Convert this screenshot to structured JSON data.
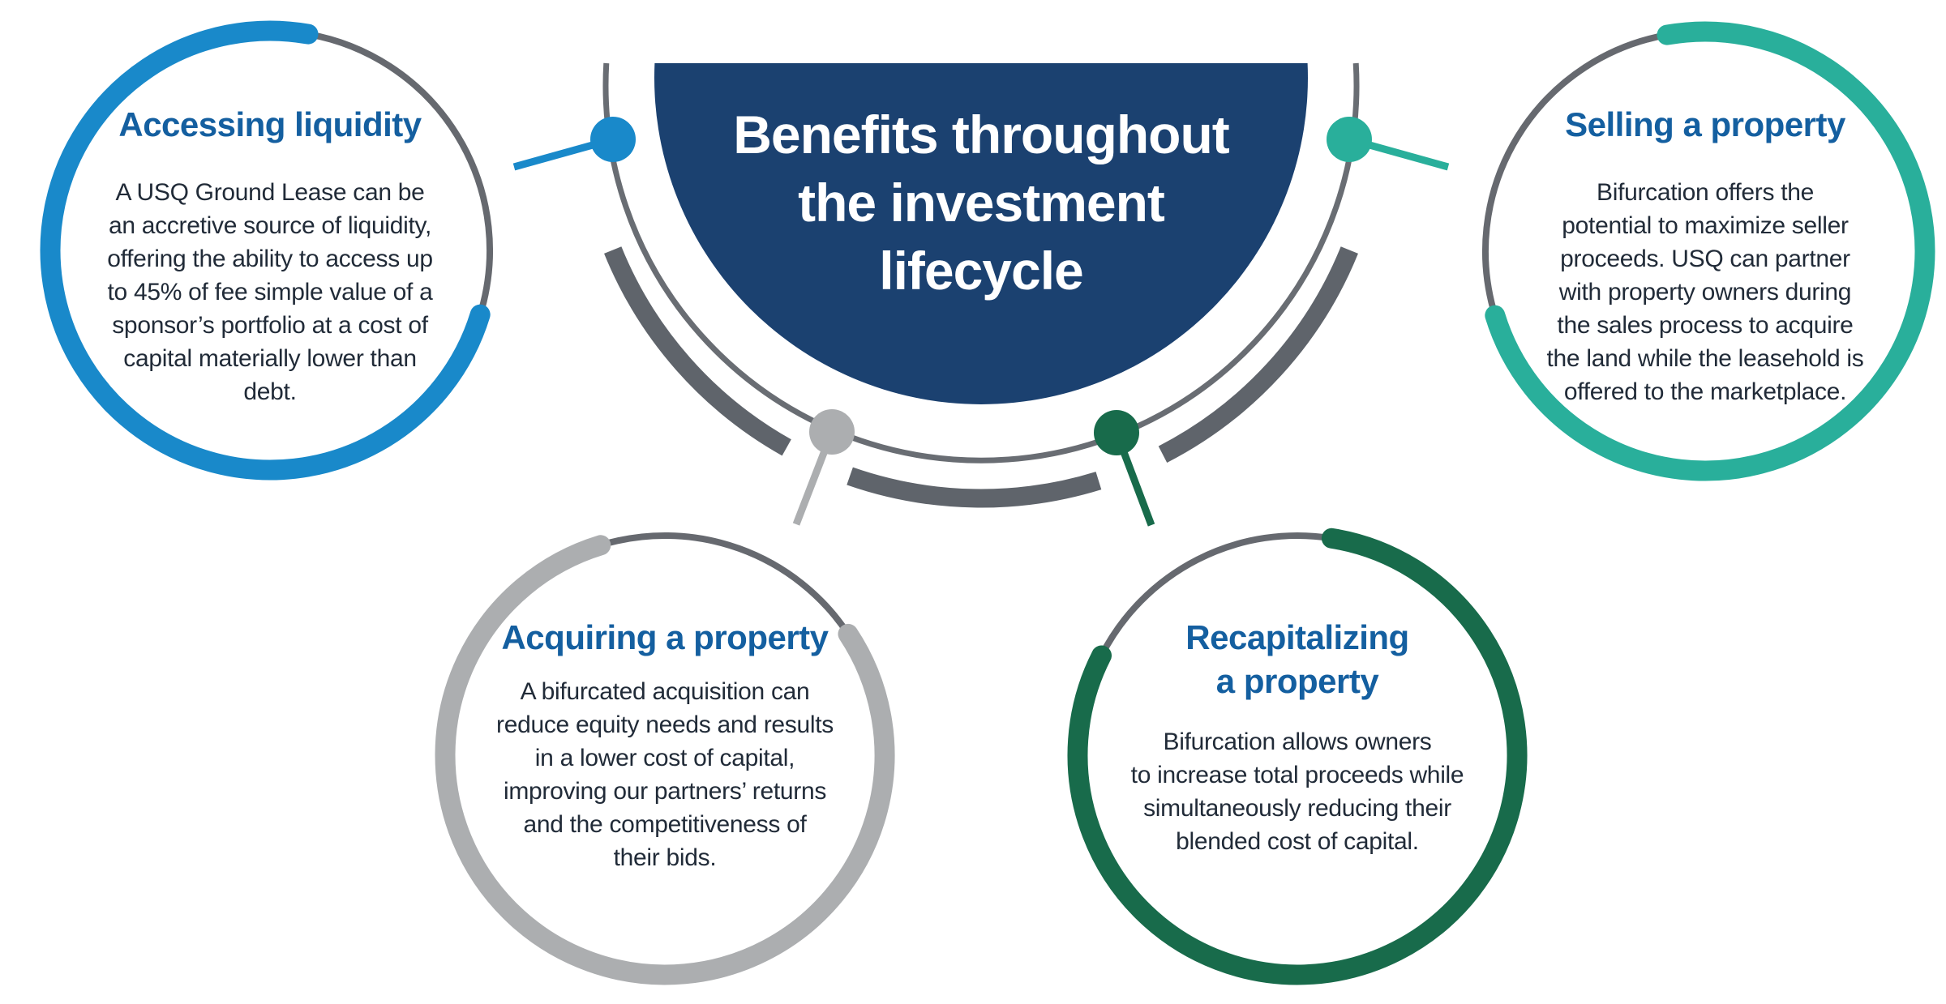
{
  "center": {
    "title": "Benefits throughout\nthe investment\nlifecycle"
  },
  "circles": [
    {
      "id": "accessing-liquidity",
      "heading": "Accessing liquidity",
      "body": "A USQ Ground Lease can be\nan accretive source of liquidity,\noffering the ability to access up\nto 45% of fee simple value of a\nsponsor’s portfolio at a cost of\ncapital materially lower than\ndebt.",
      "accent": "#1989CA"
    },
    {
      "id": "selling-a-property",
      "heading": "Selling a property",
      "body": "Bifurcation offers the\npotential to maximize seller\nproceeds. USQ can partner\nwith property owners during\nthe sales process to acquire\nthe land while the leasehold is\noffered to the marketplace.",
      "accent": "#29AF9B"
    },
    {
      "id": "acquiring-a-property",
      "heading": "Acquiring a property",
      "body": "A bifurcated acquisition can\nreduce equity needs and results\nin a lower cost of capital,\nimproving our partners’ returns\nand the competitiveness of\ntheir bids.",
      "accent": "#ACAEB0"
    },
    {
      "id": "recapitalizing-a-property",
      "heading": "Recapitalizing\na property",
      "body": "Bifurcation allows owners\nto increase total proceeds while\nsimultaneously reducing their\nblended cost of capital.",
      "accent": "#186B4B"
    }
  ],
  "colors": {
    "navy": "#1B4170",
    "ring_gray": "#66696F",
    "thin_arc_gray": "#696D73",
    "thick_arc_gray": "#5F646B",
    "heading_blue": "#145FA0",
    "body_text": "#212B38",
    "title_text": "#FFFFFF",
    "background": "#FFFFFF"
  }
}
